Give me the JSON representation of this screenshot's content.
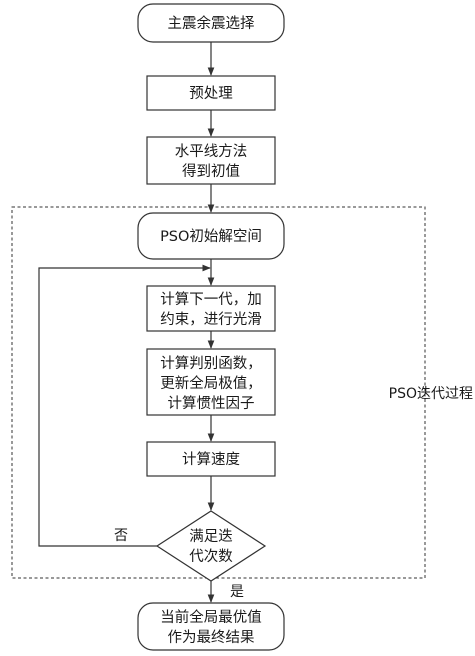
{
  "nodes": {
    "start": {
      "lines": [
        "主震余震选择"
      ]
    },
    "preprocess": {
      "lines": [
        "预处理"
      ]
    },
    "horizontal": {
      "lines": [
        "水平线方法",
        "得到初值"
      ]
    },
    "pso_init": {
      "lines": [
        "PSO初始解空间"
      ]
    },
    "compute_next": {
      "lines": [
        "计算下一代，加",
        "约束，进行光滑"
      ]
    },
    "compute_eval": {
      "lines": [
        "计算判别函数，",
        "更新全局极值，",
        "计算惯性因子"
      ]
    },
    "compute_velocity": {
      "lines": [
        "计算速度"
      ]
    },
    "decision": {
      "lines": [
        "满足迭",
        "代次数"
      ]
    },
    "end": {
      "lines": [
        "当前全局最优值",
        "作为最终结果"
      ]
    }
  },
  "edge_labels": {
    "no": "否",
    "yes": "是"
  },
  "group_label": "PSO迭代过程"
}
